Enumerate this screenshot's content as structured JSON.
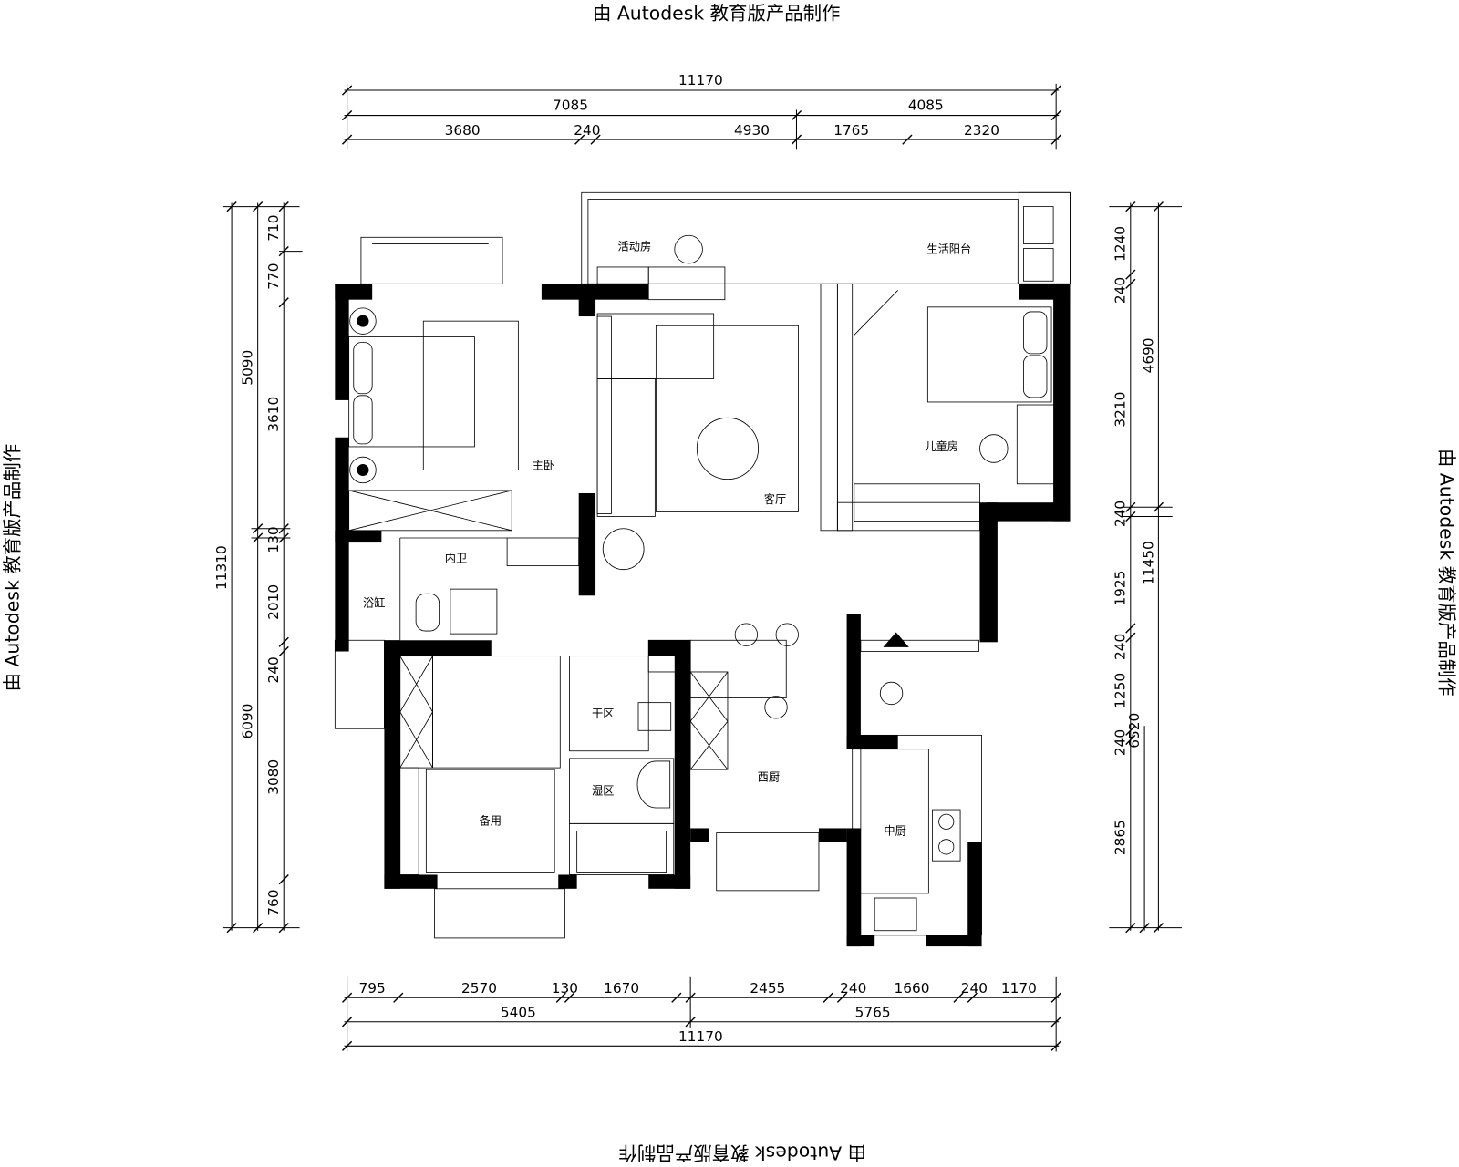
{
  "watermark": "由 Autodesk 教育版产品制作",
  "rooms": {
    "activity": "活动房",
    "balcony": "生活阳台",
    "master": "主卧",
    "living": "客厅",
    "kids": "儿童房",
    "ensuite": "内卫",
    "bathtub": "浴缸",
    "dry": "干区",
    "wet": "湿区",
    "western_kitchen": "西厨",
    "spare": "备用",
    "chinese_kitchen": "中厨"
  },
  "dims": {
    "top": {
      "total": "11170",
      "row2": [
        "7085",
        "4085"
      ],
      "row3": [
        "3680",
        "240",
        "4930",
        "1765",
        "2320"
      ]
    },
    "bottom": {
      "total": "11170",
      "row2": [
        "5405",
        "5765"
      ],
      "row1": [
        "795",
        "2570",
        "130",
        "1670",
        "2455",
        "240",
        "1660",
        "240",
        "1170"
      ]
    },
    "left": {
      "total": "11310",
      "row2": [
        "5090",
        "6090"
      ],
      "row3": [
        "710",
        "770",
        "3610",
        "130",
        "2010",
        "240",
        "3080",
        "760"
      ]
    },
    "right": {
      "total": "11450",
      "mid": [
        "4690",
        "6520"
      ],
      "row1": [
        "1240",
        "240",
        "3210",
        "240",
        "1925",
        "240",
        "1250",
        "240",
        "2865"
      ]
    }
  }
}
